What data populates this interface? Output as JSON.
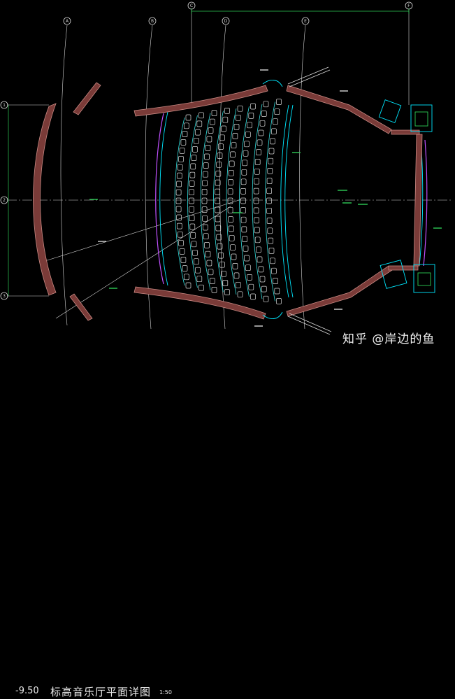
{
  "drawing": {
    "level": "-9.50",
    "title": "标高音乐厅平面详图",
    "scale": "1:50",
    "watermark": "知乎 @岸边的鱼"
  },
  "grid_bubbles": {
    "top": [
      "A",
      "B",
      "C",
      "D",
      "E",
      "F"
    ],
    "left": [
      "1",
      "2",
      "3"
    ]
  },
  "colors": {
    "wall": "#7a3b38",
    "wall_edge": "#c98a84",
    "seat": "#d7d7d7",
    "row_line": "#33e0e0",
    "cyan": "#00e8ff",
    "grid": "#eeeeee",
    "dim_green": "#2ecc55",
    "magenta": "#c050ff",
    "text_green": "#2ecc55"
  }
}
